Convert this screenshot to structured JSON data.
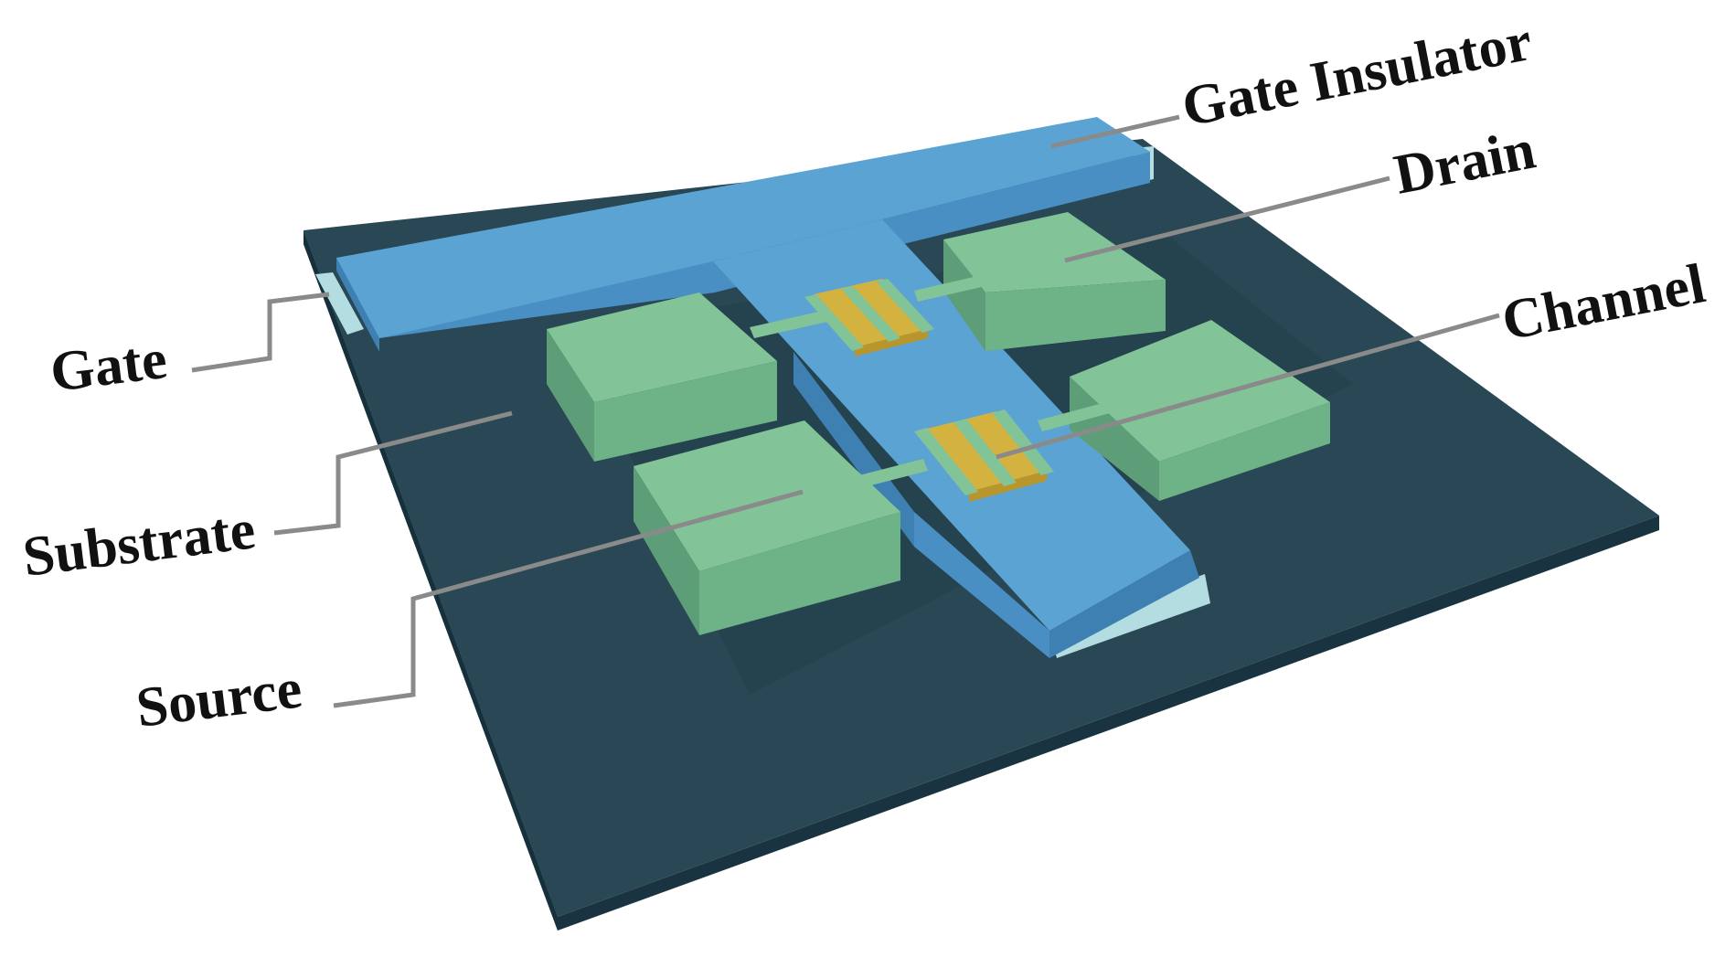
{
  "labels": {
    "gate_insulator": "Gate Insulator",
    "drain": "Drain",
    "channel": "Channel",
    "gate": "Gate",
    "substrate": "Substrate",
    "source": "Source"
  },
  "colors": {
    "substrate_top": "#294754",
    "substrate_side": "#1a3340",
    "gate_insulator_top": "#5ba3d3",
    "gate_insulator_side": "#4a8fc4",
    "gate_end": "#b3dde0",
    "electrode_top": "#82c497",
    "electrode_front": "#6db387",
    "electrode_side": "#5d9e78",
    "channel": "#d4b240",
    "channel_dark": "#b8962c",
    "leader_line": "#8a8a8a",
    "text": "#111111"
  }
}
